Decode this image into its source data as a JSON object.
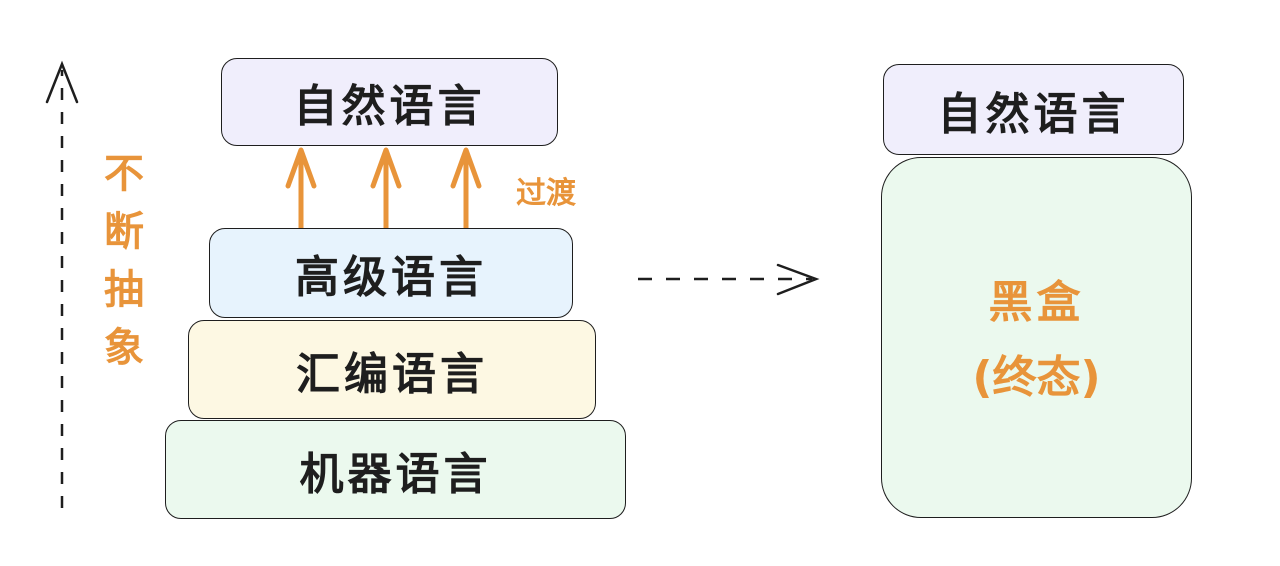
{
  "left_stack": {
    "layers": [
      {
        "label": "自然语言",
        "fill": "#f0eefc"
      },
      {
        "label": "高级语言",
        "fill": "#e7f3fd"
      },
      {
        "label": "汇编语言",
        "fill": "#fdf8e3"
      },
      {
        "label": "机器语言",
        "fill": "#ebf9ee"
      }
    ],
    "transition_label": "过渡",
    "abstraction_axis_label": [
      "不",
      "断",
      "抽",
      "象"
    ]
  },
  "right_stack": {
    "top_label": "自然语言",
    "top_fill": "#f0eefc",
    "blackbox_line1": "黑盒",
    "blackbox_line2": "(终态)",
    "blackbox_fill": "#ebf9ee"
  },
  "colors": {
    "accent": "#e8943a",
    "stroke": "#1e1e1e"
  }
}
